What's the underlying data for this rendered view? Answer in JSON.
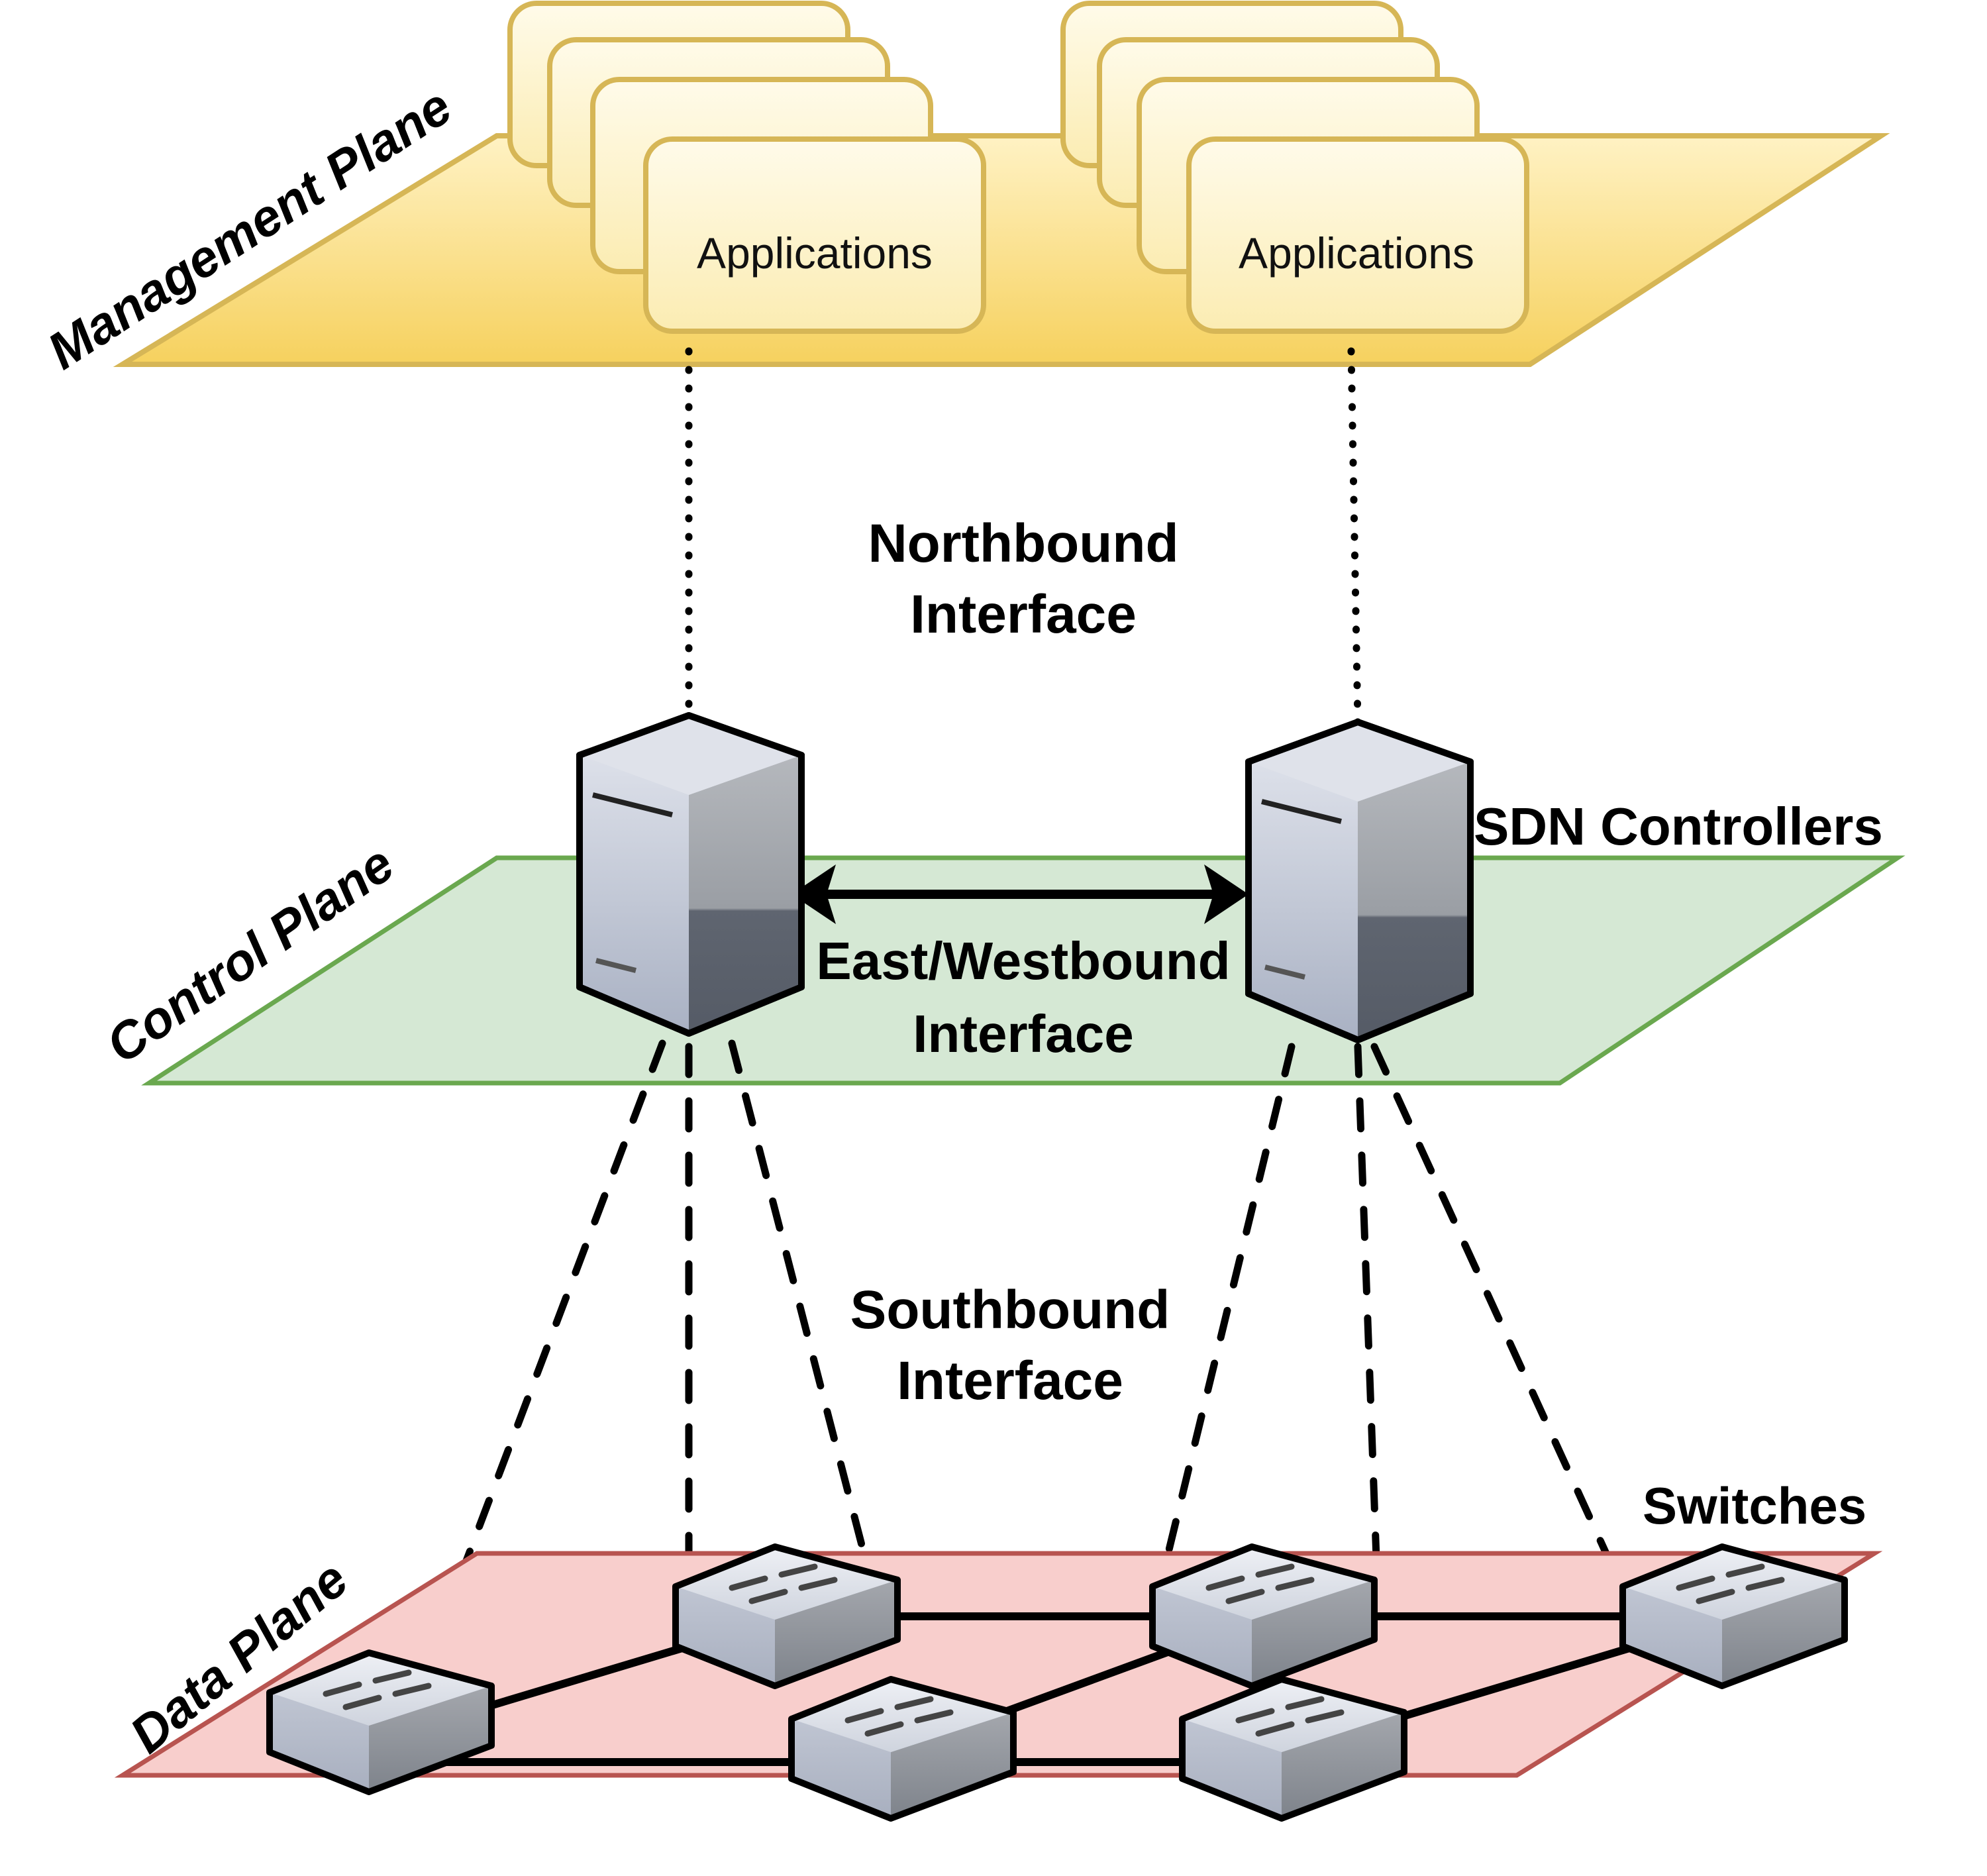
{
  "diagram": {
    "title": "SDN Architecture",
    "planes": {
      "management": {
        "label": "Management Plane",
        "fill": "#fbd972",
        "stroke": "#d6b656"
      },
      "control": {
        "label": "Control Plane",
        "fill": "#d5e8d4",
        "stroke": "#6aa84f"
      },
      "data": {
        "label": "Data Plane",
        "fill": "#f8cecc",
        "stroke": "#b85450"
      }
    },
    "applications": [
      {
        "label": "Applications"
      },
      {
        "label": "Applications"
      }
    ],
    "interfaces": {
      "northbound": {
        "line1": "Northbound",
        "line2": "Interface",
        "style": "dotted"
      },
      "eastwest": {
        "line1": "East/Westbound",
        "line2": "Interface",
        "style": "solid-double-arrow"
      },
      "southbound": {
        "line1": "Southbound",
        "line2": "Interface",
        "style": "dashed"
      }
    },
    "labels": {
      "controllers": "SDN Controllers",
      "switches": "Switches"
    },
    "controllers": [
      {
        "id": "controller-1"
      },
      {
        "id": "controller-2"
      }
    ],
    "switches": [
      {
        "id": "switch-1"
      },
      {
        "id": "switch-2"
      },
      {
        "id": "switch-3"
      },
      {
        "id": "switch-4"
      },
      {
        "id": "switch-5"
      },
      {
        "id": "switch-6"
      }
    ],
    "switch_links": [
      [
        "switch-1",
        "switch-2"
      ],
      [
        "switch-1",
        "switch-3"
      ],
      [
        "switch-2",
        "switch-4"
      ],
      [
        "switch-3",
        "switch-4"
      ],
      [
        "switch-3",
        "switch-5"
      ],
      [
        "switch-4",
        "switch-6"
      ],
      [
        "switch-5",
        "switch-6"
      ]
    ],
    "southbound_links": [
      [
        "controller-1",
        "switch-1"
      ],
      [
        "controller-1",
        "switch-2"
      ],
      [
        "controller-1",
        "switch-3"
      ],
      [
        "controller-2",
        "switch-4"
      ],
      [
        "controller-2",
        "switch-5"
      ],
      [
        "controller-2",
        "switch-6"
      ]
    ]
  }
}
